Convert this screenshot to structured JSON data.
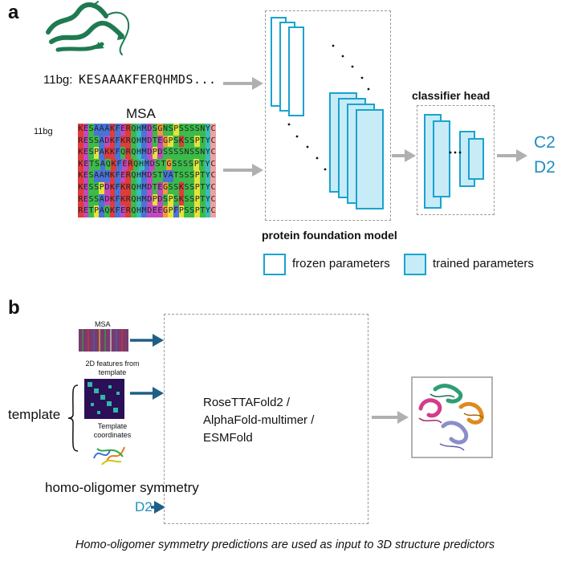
{
  "panel_a": {
    "letter": "a",
    "seq_label": "11bg:",
    "sequence": "KESAAAKFERQHMDS...",
    "msa_title": "MSA",
    "msa_label": "11bg",
    "msa_rows": [
      "KESAAAKFERQHMDSGNSPSSSSNYC",
      "RESSADKFKRQHMDTEGPSKSSPTYC",
      "KESPAKKFQRQHMDPDSSSSNSSNYC",
      "KETSAQKFERQHMDSTGSSSSPTYC",
      "KESAAMKFERQHMDSTVATSSSPTYC",
      "KESSPDKFKRQHMDTEGSSKSSPTYC",
      "RESSADKFKRQHMDPDSPSKSSPTYC",
      "RETPAQKFERQHMDEEGPFPSSPTYC"
    ],
    "model_label": "protein foundation model",
    "classifier_label": "classifier head",
    "outputs": [
      "C2",
      "D2"
    ],
    "legend": {
      "frozen": "frozen parameters",
      "trained": "trained parameters"
    },
    "colors": {
      "accent": "#1aa3cf",
      "trained_fill": "#c7ebf7",
      "arrow": "#b0b0b0",
      "label_blue": "#1e8fc0",
      "protein_green": "#1f7a52"
    }
  },
  "panel_b": {
    "letter": "b",
    "msa_caption": "MSA",
    "features_caption": "2D features from template",
    "template_label": "template",
    "coords_caption": "Template coordinates",
    "symmetry_label": "homo-oligomer symmetry",
    "symmetry_value": "D2",
    "predictors": [
      "RoseTTAFold2 /",
      "AlphaFold-multimer /",
      "ESMFold"
    ],
    "colors": {
      "arrow_dark": "#1f5f86",
      "arrow_grey": "#b0b0b0"
    }
  },
  "caption": "Homo-oligomer symmetry predictions are used as input to 3D structure predictors"
}
